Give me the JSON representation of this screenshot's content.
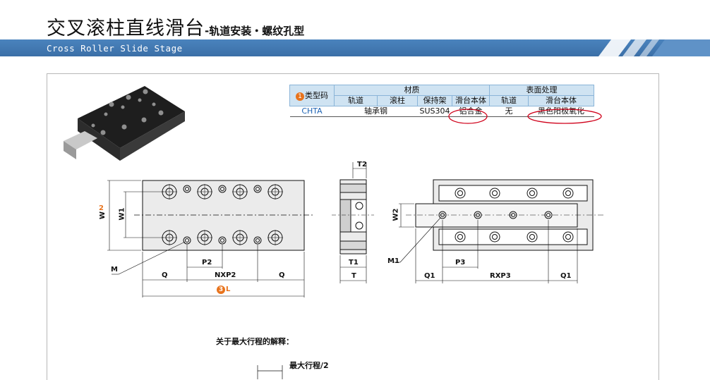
{
  "header": {
    "title_main": "交叉滚柱直线滑台",
    "title_sub": "-轨道安装・螺纹孔型",
    "title_en": "Cross Roller Slide Stage"
  },
  "spec_table": {
    "type_label": "类型码",
    "type_badge": "1",
    "group_material": "材质",
    "group_surface": "表面处理",
    "col_headers": [
      "轨道",
      "滚柱",
      "保持架",
      "滑台本体",
      "轨道",
      "滑台本体"
    ],
    "row": {
      "code": "CHTA",
      "rail_roller": "轴承钢",
      "cage": "SUS304",
      "body": "铝合金",
      "rail_surface": "无",
      "body_surface": "黑色阳极氧化"
    }
  },
  "drawing_labels": {
    "w": "W",
    "w_badge": "2",
    "w1": "W1",
    "m": "M",
    "q": "Q",
    "nxp2": "NXP2",
    "p2": "P2",
    "l": "L",
    "l_badge": "3",
    "t2": "T2",
    "t1": "T1",
    "t": "T",
    "w2": "W2",
    "m1": "M1",
    "p3": "P3",
    "q1": "Q1",
    "rxp3": "RXP3"
  },
  "notes": {
    "stroke_title": "关于最大行程的解释：",
    "half_stroke": "最大行程/2"
  },
  "colors": {
    "banner": "#3f75ad",
    "highlight": "#d0021b",
    "badge": "#e8731c",
    "table_header": "#cfe3f2"
  }
}
